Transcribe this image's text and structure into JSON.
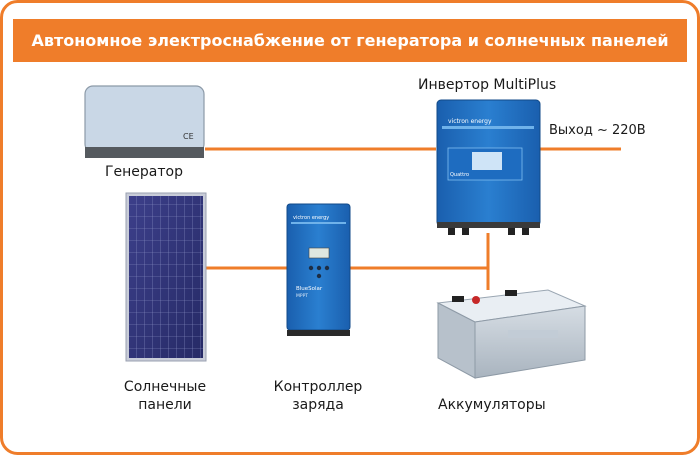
{
  "title": "Автономное электроснабжение от генератора и солнечных панелей",
  "labels": {
    "generator": "Генератор",
    "inverter": "Инвертор MultiPlus",
    "output": "Выход  ~ 220В",
    "solar_line1": "Солнечные",
    "solar_line2": "панели",
    "controller_line1": "Контроллер",
    "controller_line2": "заряда",
    "batteries": "Аккумуляторы"
  },
  "device_text": {
    "inverter_brand": "victron energy",
    "inverter_panel": "Quattro",
    "controller_brand": "victron energy",
    "controller_model": "BlueSolar",
    "controller_sub": "MPPT"
  },
  "colors": {
    "accent": "#ef7d2a",
    "wire": "#ef7d2a",
    "device_blue": "#1d6fbf",
    "battery_grey": "#b8c2cc"
  }
}
